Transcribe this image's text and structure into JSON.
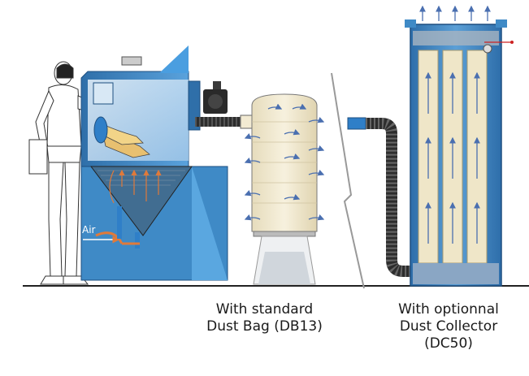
{
  "labels": {
    "air": "Air"
  },
  "captions": {
    "bag_line1": "With standard",
    "bag_line2": "Dust Bag (DB13)",
    "col_line1": "With optionnal",
    "col_line2": "Dust Collector",
    "col_line3": "(DC50)"
  },
  "colors": {
    "cabinet_blue": "#3f8ac6",
    "cabinet_dark": "#2a5f93",
    "bag_cream": "#f2ead2",
    "hose": "#2d2d2d",
    "hose_connector": "#2f7fc8",
    "airflow_orange": "#e07a3a",
    "ground": "#222222"
  }
}
